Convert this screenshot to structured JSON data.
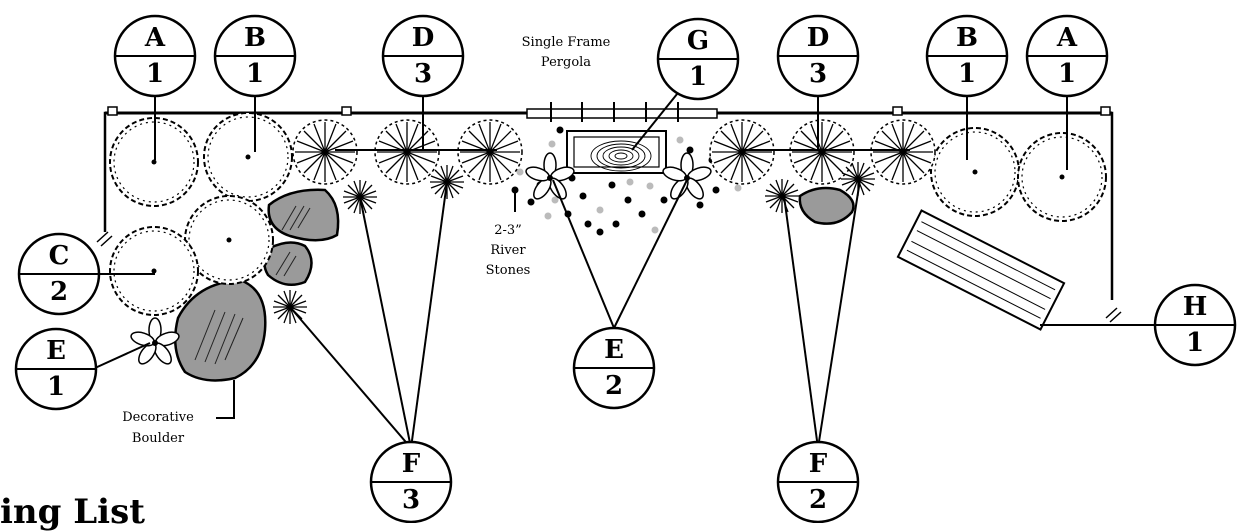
{
  "tags": [
    {
      "letter": "A",
      "qty": "1"
    },
    {
      "letter": "B",
      "qty": "1"
    },
    {
      "letter": "D",
      "qty": "3"
    },
    {
      "letter": "G",
      "qty": "1"
    },
    {
      "letter": "D",
      "qty": "3"
    },
    {
      "letter": "B",
      "qty": "1"
    },
    {
      "letter": "A",
      "qty": "1"
    },
    {
      "letter": "C",
      "qty": "2"
    },
    {
      "letter": "E",
      "qty": "1"
    },
    {
      "letter": "E",
      "qty": "2"
    },
    {
      "letter": "F",
      "qty": "3"
    },
    {
      "letter": "F",
      "qty": "2"
    },
    {
      "letter": "H",
      "qty": "1"
    }
  ],
  "notes": {
    "pergola": [
      "Single Frame",
      "Pergola"
    ],
    "stones": [
      "2-3”",
      "River",
      "Stones"
    ],
    "boulder": [
      "Decorative",
      "Boulder"
    ]
  },
  "heading": "ing List"
}
